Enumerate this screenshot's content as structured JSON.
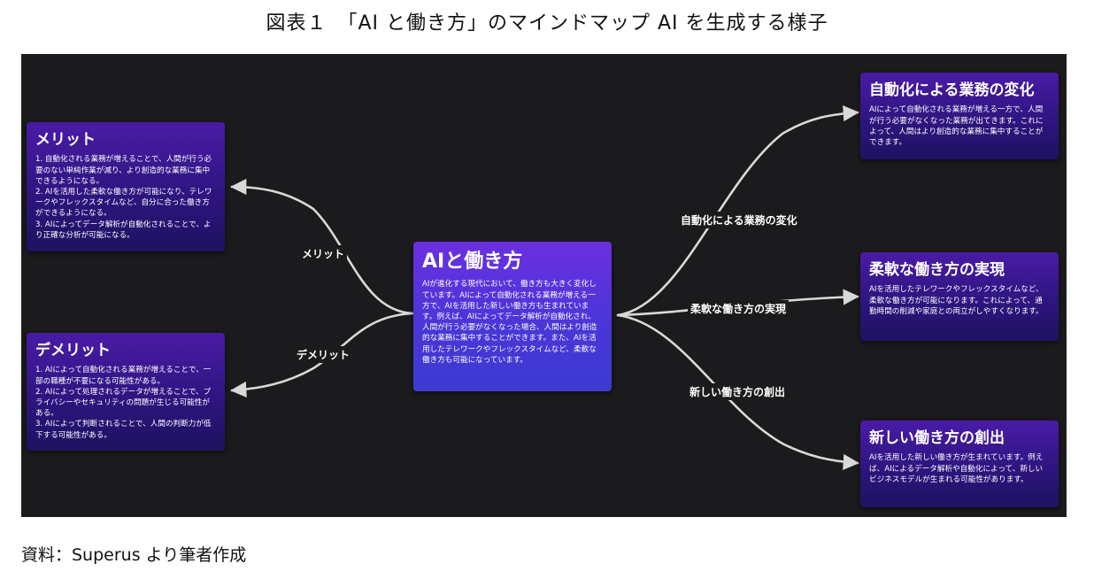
{
  "figure_title": "図表１　「AI と働き方」のマインドマップ AI を生成する様子",
  "source": "資料：Superus より筆者作成",
  "center": {
    "title": "AIと働き方",
    "body": "AIが進化する現代において、働き方も大きく変化しています。AIによって自動化される業務が増える一方で、AIを活用した新しい働き方も生まれています。例えば、AIによってデータ解析が自動化され、人間が行う必要がなくなった場合、人間はより創造的な業務に集中することができます。また、AIを活用したテレワークやフレックスタイムなど、柔軟な働き方も可能になっています。"
  },
  "left_nodes": [
    {
      "title": "メリット",
      "body": "1. 自動化される業務が増えることで、人間が行う必要のない単純作業が減り、より創造的な業務に集中できるようになる。\n2. AIを活用した柔軟な働き方が可能になり、テレワークやフレックスタイムなど、自分に合った働き方ができるようになる。\n3. AIによってデータ解析が自動化されることで、より正確な分析が可能になる。"
    },
    {
      "title": "デメリット",
      "body": "1. AIによって自動化される業務が増えることで、一部の職種が不要になる可能性がある。\n2. AIによって処理されるデータが増えることで、プライバシーやセキュリティの問題が生じる可能性がある。\n3. AIによって判断されることで、人間の判断力が低下する可能性がある。"
    }
  ],
  "right_nodes": [
    {
      "title": "自動化による業務の変化",
      "body": "AIによって自動化される業務が増える一方で、人間が行う必要がなくなった業務が出てきます。これによって、人間はより創造的な業務に集中することができます。"
    },
    {
      "title": "柔軟な働き方の実現",
      "body": "AIを活用したテレワークやフレックスタイムなど、柔軟な働き方が可能になります。これによって、通勤時間の削減や家庭との両立がしやすくなります。"
    },
    {
      "title": "新しい働き方の創出",
      "body": "AIを活用した新しい働き方が生まれています。例えば、AIによるデータ解析や自動化によって、新しいビジネスモデルが生まれる可能性があります。"
    }
  ],
  "edge_labels": {
    "merit": "メリット",
    "demerit": "デメリット",
    "automation": "自動化による業務の変化",
    "flexible": "柔軟な働き方の実現",
    "new_work": "新しい働き方の創出"
  },
  "colors": {
    "canvas": "#1b1b1d",
    "node_gradient_top": "#4a1ba6",
    "node_gradient_bottom": "#1d1260",
    "center_gradient_top": "#6a2fe0",
    "center_gradient_bottom": "#3b3ad0",
    "edge": "#d9d9d9"
  }
}
